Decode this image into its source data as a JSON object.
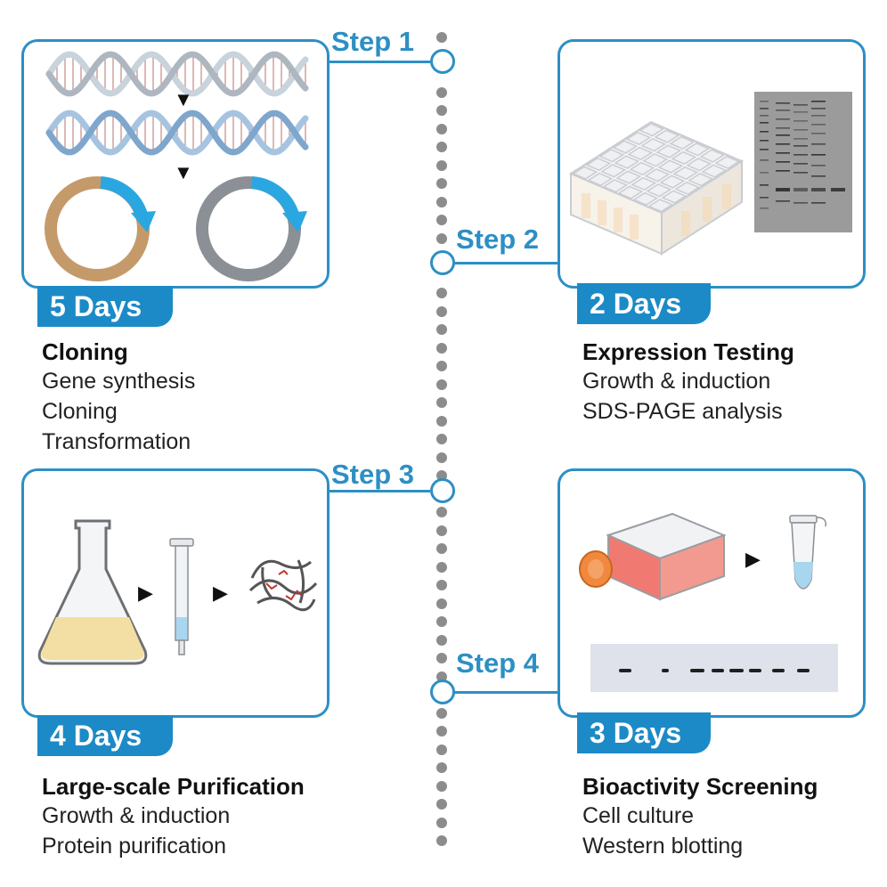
{
  "steps": [
    {
      "label": "Step 1",
      "days": "5 Days",
      "title": "Cloning",
      "items": [
        "Gene synthesis",
        "Cloning",
        "Transformation"
      ]
    },
    {
      "label": "Step 2",
      "days": "2 Days",
      "title": "Expression Testing",
      "items": [
        "Growth & induction",
        "SDS-PAGE analysis"
      ]
    },
    {
      "label": "Step 3",
      "days": "4 Days",
      "title": "Large-scale Purification",
      "items": [
        "Growth & induction",
        "Protein purification"
      ]
    },
    {
      "label": "Step 4",
      "days": "3 Days",
      "title": "Bioactivity Screening",
      "items": [
        "Cell culture",
        "Western blotting"
      ]
    }
  ],
  "colors": {
    "accent": "#2d8fc4",
    "badge": "#1c8ac6",
    "timeline_dots": "#8c8c8c"
  },
  "icons": [
    "dna-helix-icon",
    "plasmid-icon",
    "well-plate-icon",
    "sds-gel-icon",
    "flask-icon",
    "column-icon",
    "protein-icon",
    "cell-culture-flask-icon",
    "tube-icon",
    "western-blot-icon"
  ]
}
